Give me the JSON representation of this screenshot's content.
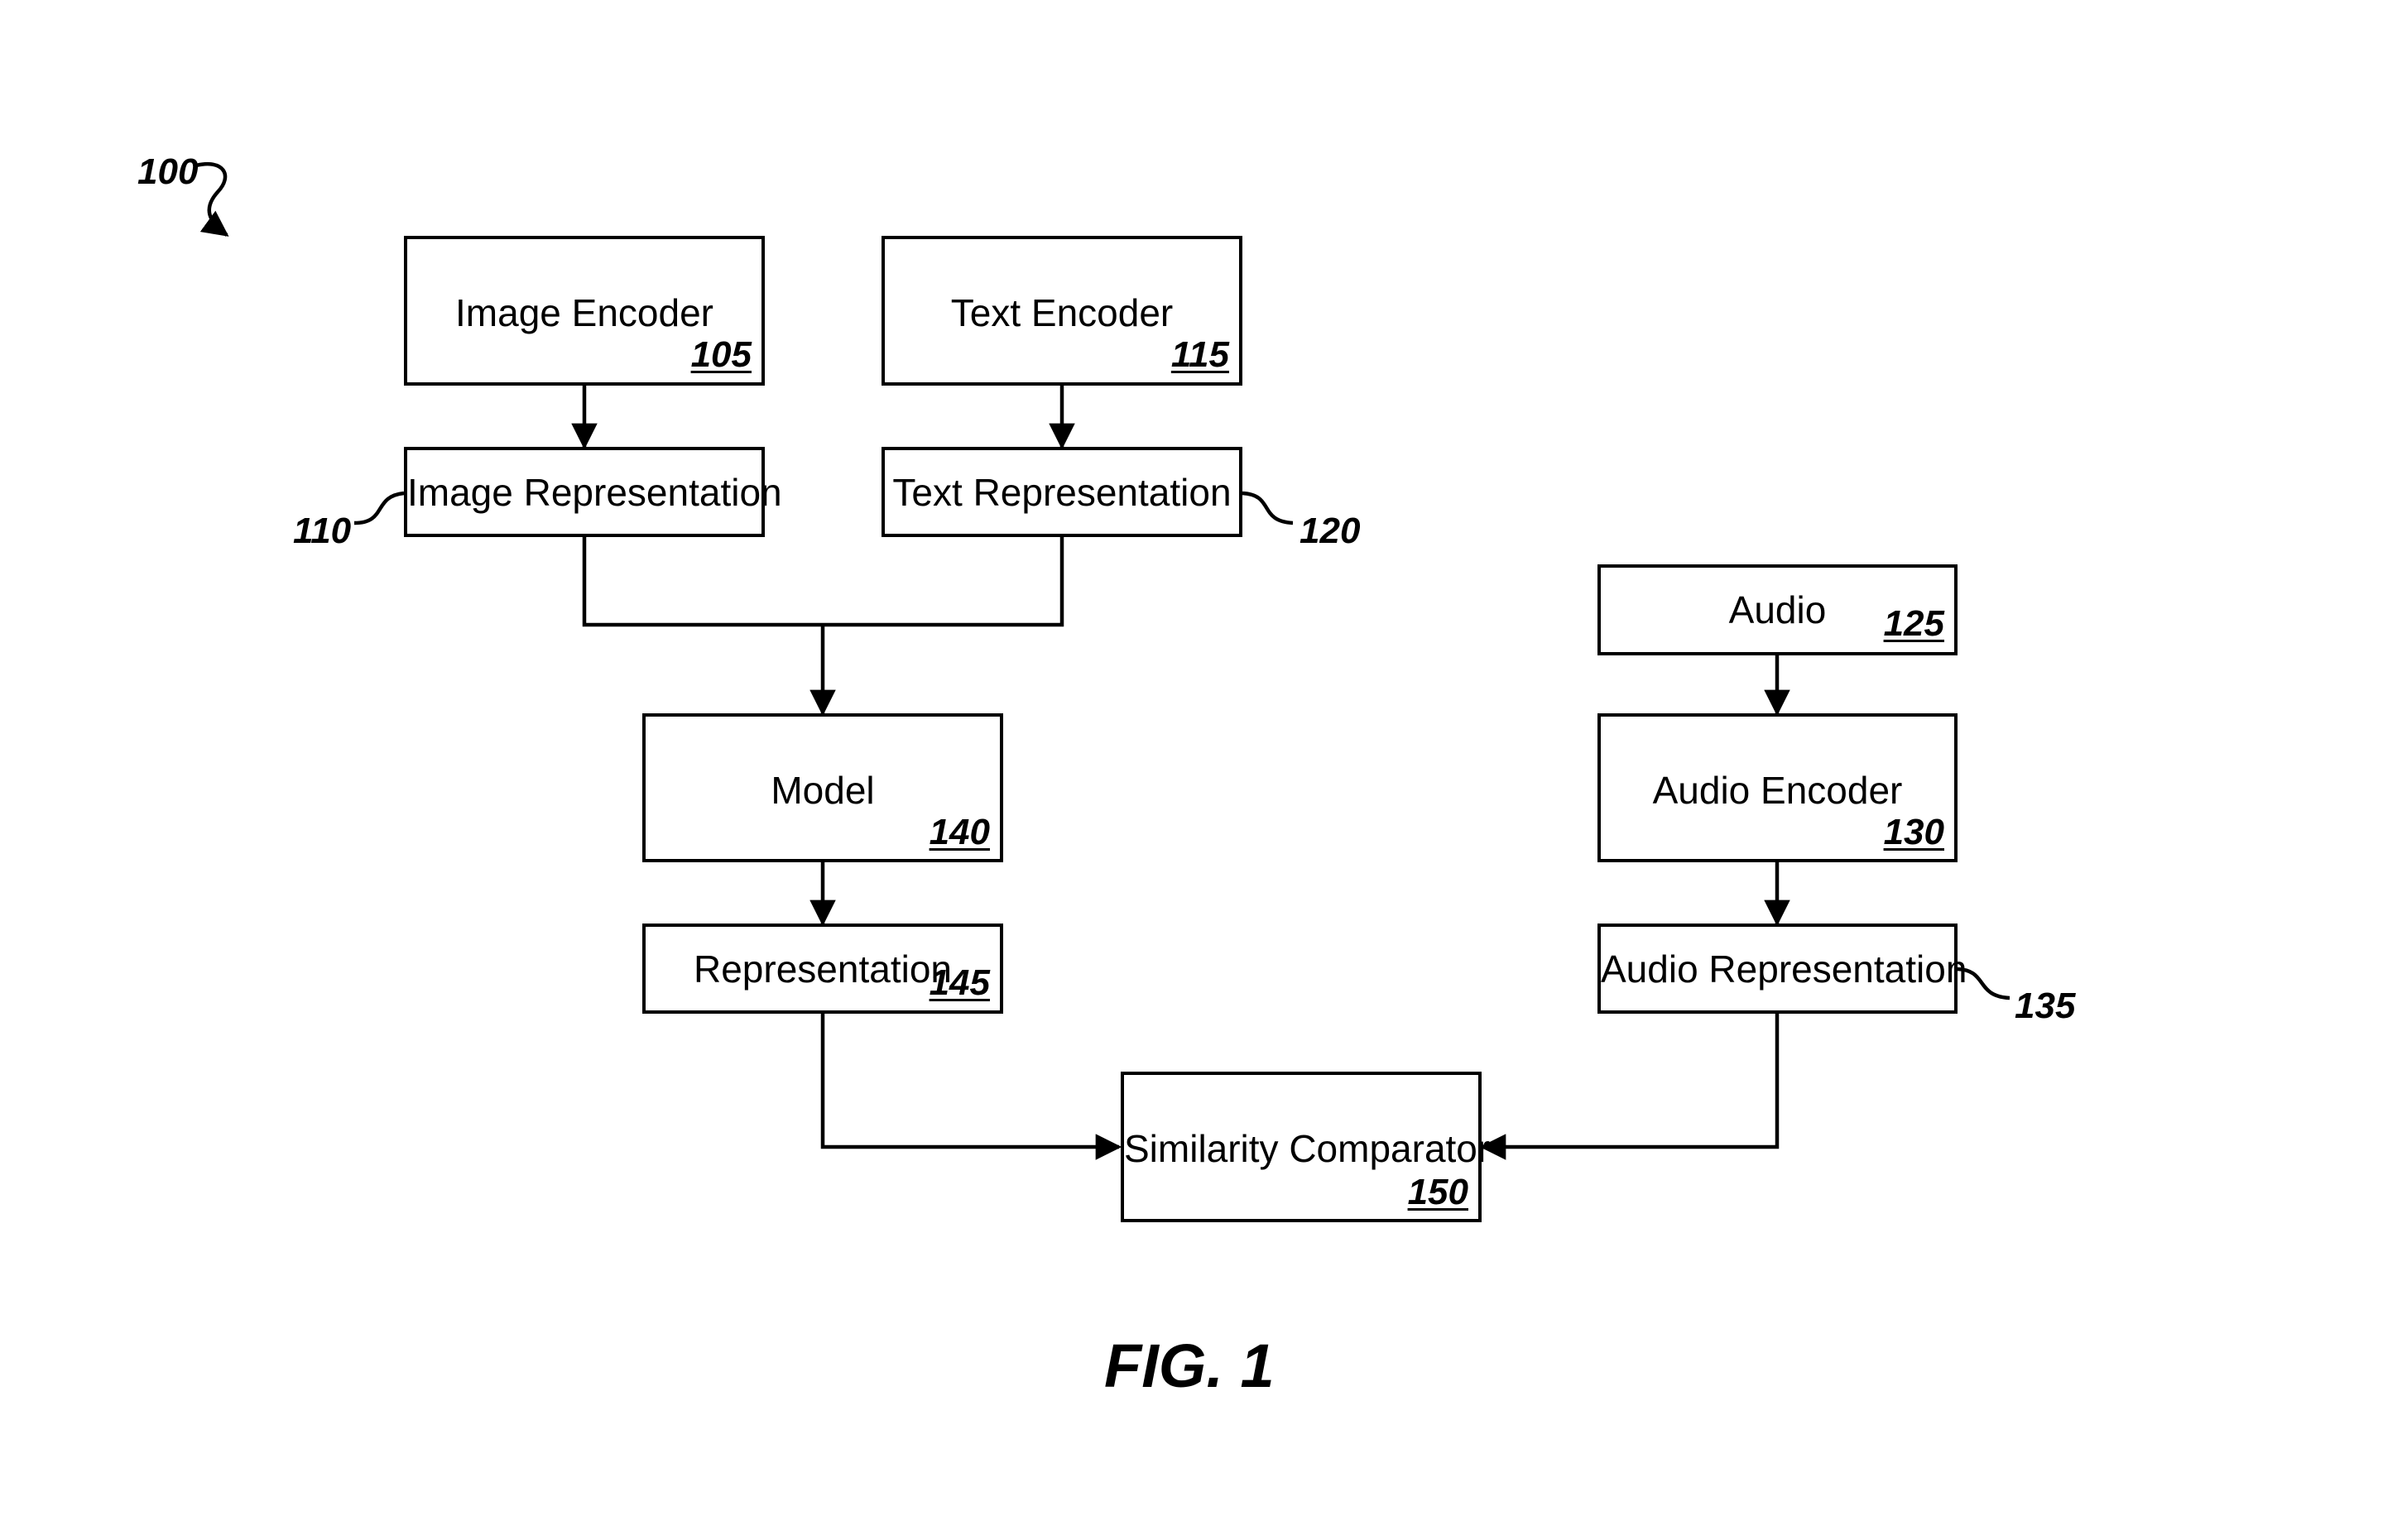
{
  "figure": {
    "number": "100",
    "caption": "FIG. 1"
  },
  "blocks": {
    "image_encoder": {
      "label": "Image Encoder",
      "ref": "105"
    },
    "image_representation": {
      "label": "Image Representation"
    },
    "text_encoder": {
      "label": "Text Encoder",
      "ref": "115"
    },
    "text_representation": {
      "label": "Text Representation"
    },
    "audio": {
      "label": "Audio",
      "ref": "125"
    },
    "audio_encoder": {
      "label": "Audio Encoder",
      "ref": "130"
    },
    "audio_representation": {
      "label": "Audio Representation"
    },
    "model": {
      "label": "Model",
      "ref": "140"
    },
    "representation": {
      "label": "Representation",
      "ref": "145"
    },
    "similarity_comparator": {
      "label": "Similarity Comparator",
      "ref": "150"
    }
  },
  "callouts": {
    "image_representation": "110",
    "text_representation": "120",
    "audio_representation": "135"
  },
  "colors": {
    "ink": "#000000",
    "paper": "#ffffff"
  }
}
